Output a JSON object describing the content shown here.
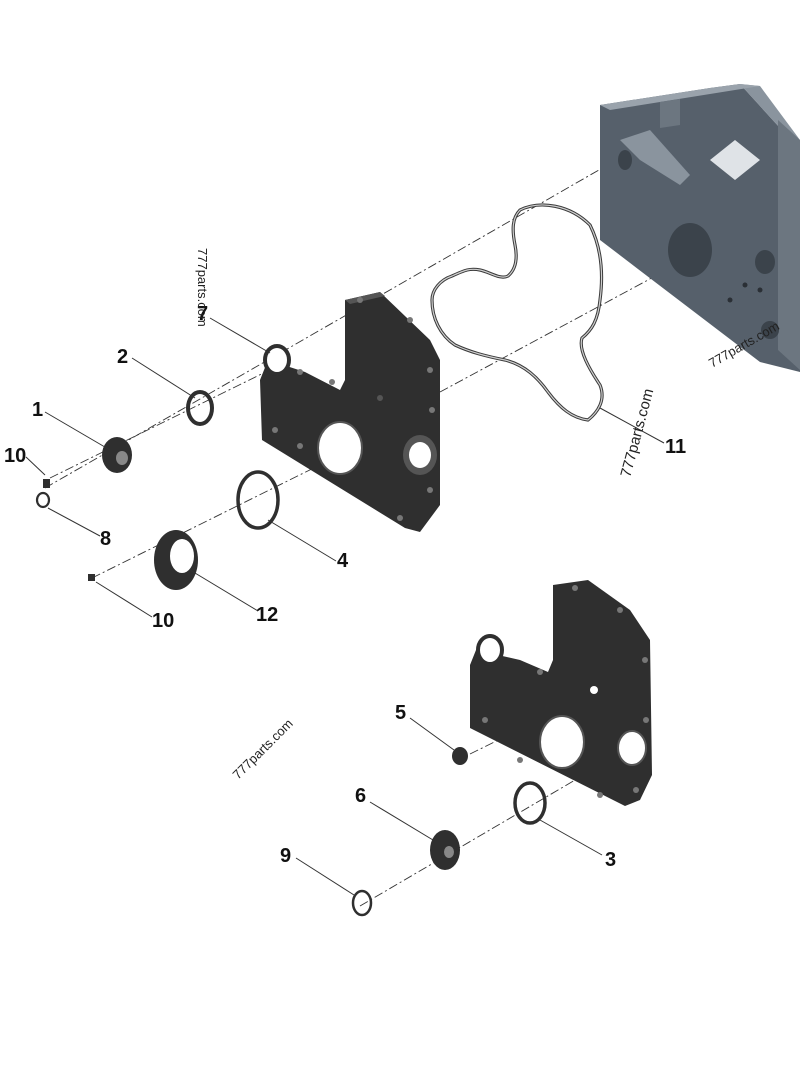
{
  "diagram": {
    "watermark": "777parts.com",
    "callouts": [
      "1",
      "2",
      "7",
      "10",
      "8",
      "12",
      "10",
      "4",
      "11",
      "5",
      "6",
      "3",
      "9"
    ],
    "colors": {
      "plate": "#2f2f2f",
      "housing": "#56606b",
      "housing_light": "#8a949e",
      "line": "#333333"
    }
  }
}
